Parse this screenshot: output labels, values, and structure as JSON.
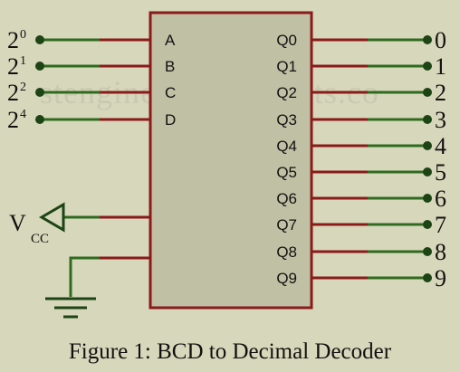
{
  "watermark": "stengineeringprojects.co",
  "caption": "Figure 1: BCD to Decimal Decoder",
  "colors": {
    "background": "#d7d7bb",
    "chip_fill": "#c0c0a5",
    "chip_border": "#8b1a1a",
    "pin_red": "#8b1a1a",
    "wire_green": "#2f6b1f",
    "terminal": "#1d4414"
  },
  "inputs": [
    {
      "pin": "A",
      "base": "2",
      "exp": "0"
    },
    {
      "pin": "B",
      "base": "2",
      "exp": "1"
    },
    {
      "pin": "C",
      "base": "2",
      "exp": "2"
    },
    {
      "pin": "D",
      "base": "2",
      "exp": "4"
    }
  ],
  "outputs": [
    {
      "pin": "Q0",
      "label": "0"
    },
    {
      "pin": "Q1",
      "label": "1"
    },
    {
      "pin": "Q2",
      "label": "2"
    },
    {
      "pin": "Q3",
      "label": "3"
    },
    {
      "pin": "Q4",
      "label": "4"
    },
    {
      "pin": "Q5",
      "label": "5"
    },
    {
      "pin": "Q6",
      "label": "6"
    },
    {
      "pin": "Q7",
      "label": "7"
    },
    {
      "pin": "Q8",
      "label": "8"
    },
    {
      "pin": "Q9",
      "label": "9"
    }
  ],
  "power": {
    "symbol": "V",
    "subscript": "CC"
  },
  "ground": {
    "icon": "ground-icon"
  }
}
